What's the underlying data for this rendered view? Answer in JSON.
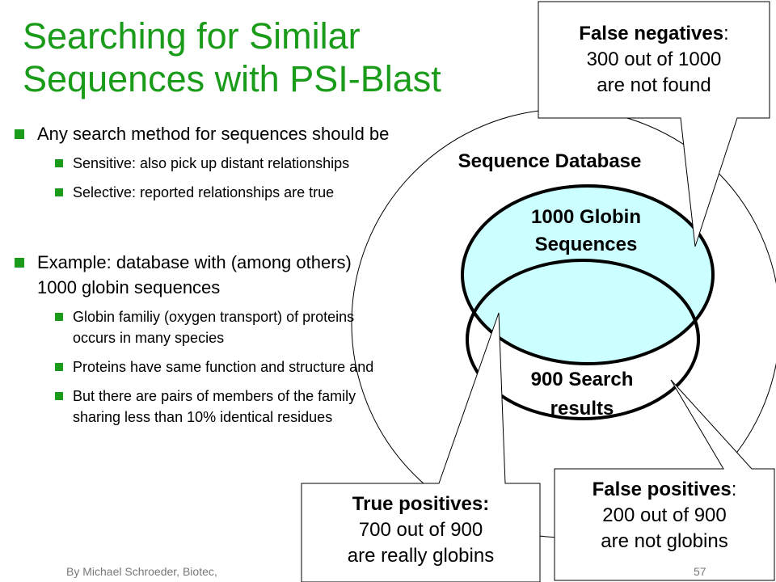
{
  "title": {
    "line1": "Searching for Similar",
    "line2": "Sequences with PSI-Blast"
  },
  "bullets": {
    "intro": "Any search method for sequences should be",
    "sensitive": "Sensitive: also pick up distant relationships",
    "selective": "Selective: reported relationships are true",
    "example": "Example: database with (among others) 1000 globin sequences",
    "family": "Globin familiy (oxygen transport) of proteins occurs in many species",
    "same_function": "Proteins have same function and structure and",
    "pairs": "But there are pairs of members of the family sharing less than 10% identical residues"
  },
  "diagram": {
    "database_label": "Sequence Database",
    "globin_label_line1": "1000 Globin",
    "globin_label_line2": "Sequences",
    "search_label_line1": "900 Search",
    "search_label_line2": "results",
    "globin_fill_color": "#ccffff"
  },
  "callouts": {
    "false_negatives_title": "False negatives",
    "false_negatives_colon": ":",
    "false_negatives_line2": "300 out of 1000",
    "false_negatives_line3": "are not found",
    "true_positives_title": "True positives:",
    "true_positives_line2": "700 out of 900",
    "true_positives_line3": "are really globins",
    "false_positives_title": "False positives",
    "false_positives_colon": ":",
    "false_positives_line2": "200 out of 900",
    "false_positives_line3": "are not globins"
  },
  "footer": {
    "author": "By Michael Schroeder, Biotec,",
    "page": "57"
  },
  "colors": {
    "title": "#1a9c1a",
    "bullet": "#1a9c1a"
  }
}
